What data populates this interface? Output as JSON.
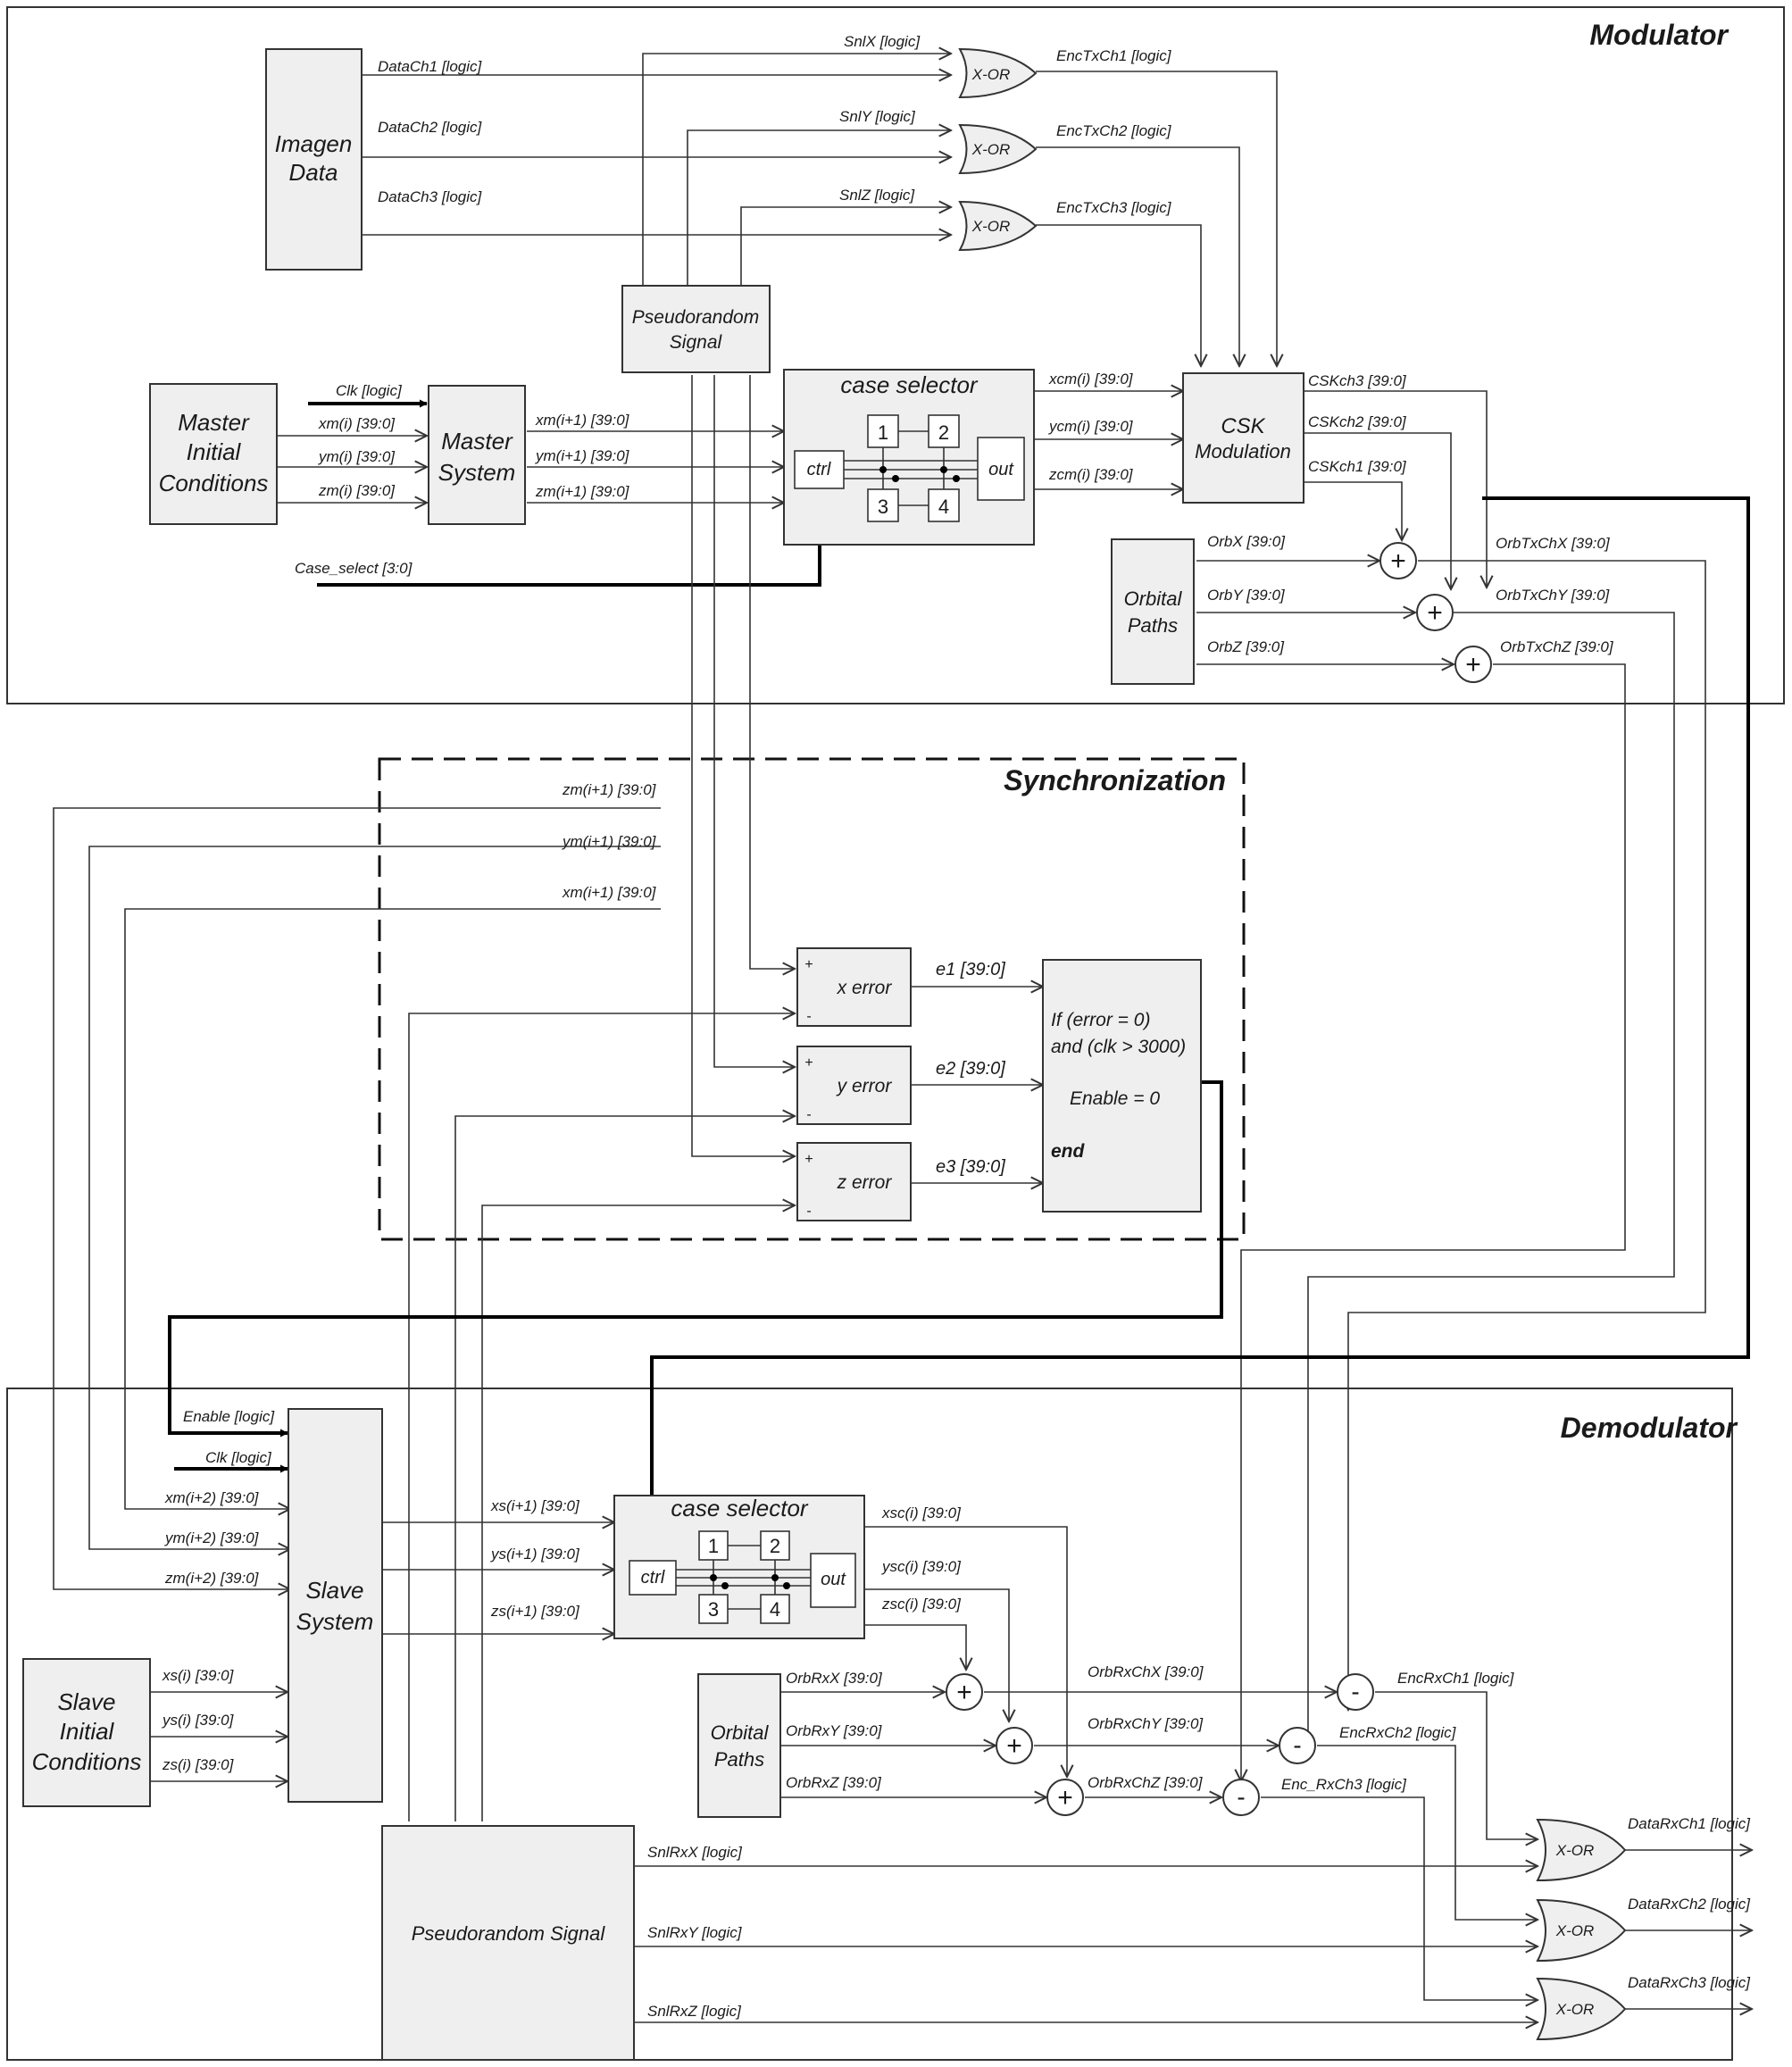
{
  "sections": {
    "modulator": "Modulator",
    "synchronization": "Synchronization",
    "demodulator": "Demodulator"
  },
  "blocks": {
    "imagen_data": [
      "Imagen",
      "Data"
    ],
    "pseudorandom_top": [
      "Pseudorandom",
      "Signal"
    ],
    "master_ic": [
      "Master",
      "Initial",
      "Conditions"
    ],
    "master_system": [
      "Master",
      "System"
    ],
    "case_selector": "case selector",
    "ctrl": "ctrl",
    "out": "out",
    "mux_numbers": [
      "1",
      "2",
      "3",
      "4"
    ],
    "csk_modulation": [
      "CSK",
      "Modulation"
    ],
    "orbital_paths": [
      "Orbital",
      "Paths"
    ],
    "xor": "X-OR",
    "x_error": "x error",
    "y_error": "y error",
    "z_error": "z error",
    "plus_sign": "+",
    "minus_sign": "-",
    "condition": [
      "If (error = 0)",
      "and (clk > 3000)",
      "Enable = 0",
      "end"
    ],
    "slave_system": [
      "Slave",
      "System"
    ],
    "slave_ic": [
      "Slave",
      "Initial",
      "Conditions"
    ],
    "pseudorandom_bottom": "Pseudorandom Signal"
  },
  "signals": {
    "data_ch1": "DataCh1 [logic]",
    "data_ch2": "DataCh2 [logic]",
    "data_ch3": "DataCh3 [logic]",
    "snl_x": "SnlX [logic]",
    "snl_y": "SnlY [logic]",
    "snl_z": "SnlZ [logic]",
    "enctx_ch1": "EncTxCh1 [logic]",
    "enctx_ch2": "EncTxCh2 [logic]",
    "enctx_ch3": "EncTxCh3 [logic]",
    "clk_top": "Clk [logic]",
    "xm_i": "xm(i) [39:0]",
    "ym_i": "ym(i) [39:0]",
    "zm_i": "zm(i) [39:0]",
    "xm_i1": "xm(i+1) [39:0]",
    "ym_i1": "ym(i+1) [39:0]",
    "zm_i1": "zm(i+1) [39:0]",
    "case_select": "Case_select [3:0]",
    "xcm": "xcm(i) [39:0]",
    "ycm": "ycm(i) [39:0]",
    "zcm": "zcm(i) [39:0]",
    "csk_ch3": "CSKch3 [39:0]",
    "csk_ch2": "CSKch2 [39:0]",
    "csk_ch1": "CSKch1 [39:0]",
    "orb_x": "OrbX [39:0]",
    "orb_y": "OrbY [39:0]",
    "orb_z": "OrbZ [39:0]",
    "orbtx_chx": "OrbTxChX [39:0]",
    "orbtx_chy": "OrbTxChY [39:0]",
    "orbtx_chz": "OrbTxChZ [39:0]",
    "e1": "e1 [39:0]",
    "e2": "e2 [39:0]",
    "e3": "e3 [39:0]",
    "enable": "Enable [logic]",
    "clk_bottom": "Clk [logic]",
    "xm_i2": "xm(i+2) [39:0]",
    "ym_i2": "ym(i+2) [39:0]",
    "zm_i2": "zm(i+2) [39:0]",
    "xs_i1": "xs(i+1) [39:0]",
    "ys_i1": "ys(i+1) [39:0]",
    "zs_i1": "zs(i+1) [39:0]",
    "xs_i": "xs(i) [39:0]",
    "ys_i": "ys(i) [39:0]",
    "zs_i": "zs(i) [39:0]",
    "xsc": "xsc(i) [39:0]",
    "ysc": "ysc(i) [39:0]",
    "zsc": "zsc(i) [39:0]",
    "orbrx_x": "OrbRxX [39:0]",
    "orbrx_y": "OrbRxY [39:0]",
    "orbrx_z": "OrbRxZ [39:0]",
    "orbrx_chx": "OrbRxChX [39:0]",
    "orbrx_chy": "OrbRxChY [39:0]",
    "orbrx_chz": "OrbRxChZ [39:0]",
    "encrx_ch1": "EncRxCh1 [logic]",
    "encrx_ch2": "EncRxCh2 [logic]",
    "encrx_ch3": "Enc_RxCh3 [logic]",
    "snlrx_x": "SnlRxX [logic]",
    "snlrx_y": "SnlRxY [logic]",
    "snlrx_z": "SnlRxZ [logic]",
    "datarx_ch1": "DataRxCh1 [logic]",
    "datarx_ch2": "DataRxCh2 [logic]",
    "datarx_ch3": "DataRxCh3 [logic]"
  }
}
